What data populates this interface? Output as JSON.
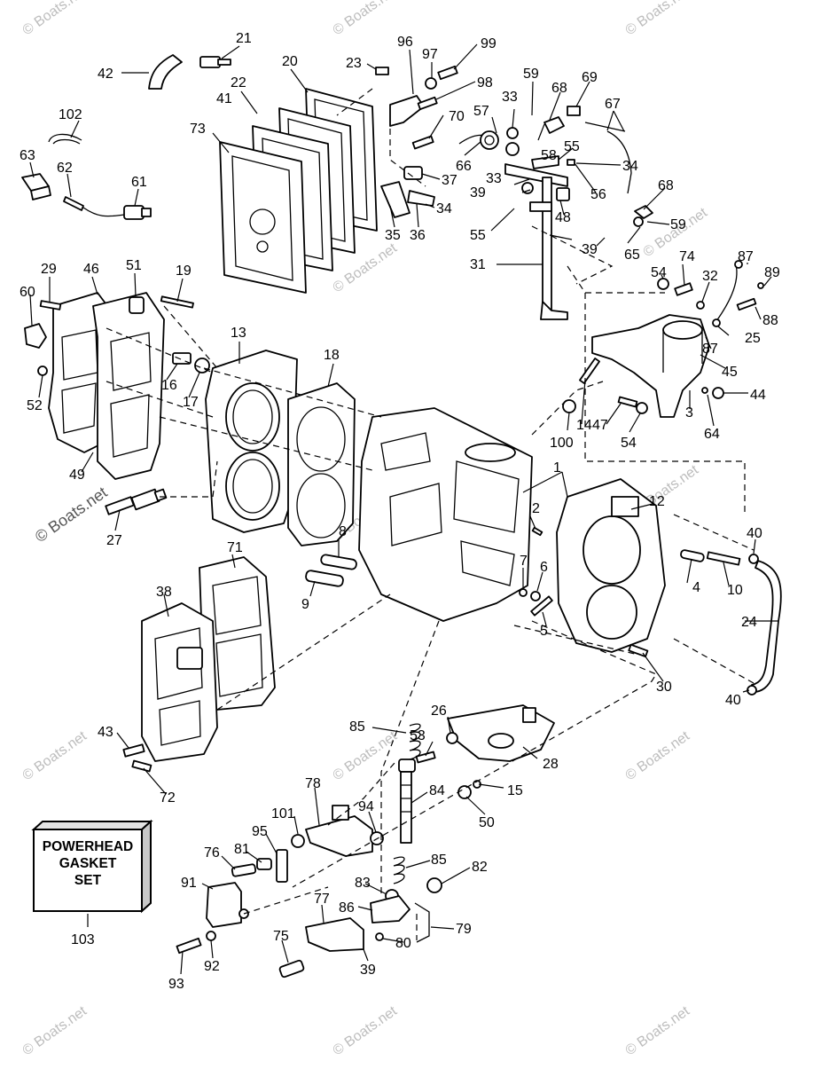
{
  "diagram": {
    "callouts": [
      "1",
      "2",
      "3",
      "4",
      "5",
      "6",
      "7",
      "8",
      "9",
      "10",
      "12",
      "13",
      "14",
      "15",
      "16",
      "17",
      "18",
      "19",
      "20",
      "21",
      "22",
      "23",
      "24",
      "25",
      "26",
      "27",
      "28",
      "29",
      "30",
      "31",
      "32",
      "33",
      "33",
      "34",
      "34",
      "35",
      "36",
      "37",
      "38",
      "39",
      "39",
      "39",
      "40",
      "40",
      "41",
      "42",
      "43",
      "44",
      "45",
      "46",
      "47",
      "48",
      "49",
      "50",
      "51",
      "52",
      "53",
      "54",
      "54",
      "55",
      "55",
      "56",
      "57",
      "58",
      "59",
      "59",
      "60",
      "61",
      "62",
      "63",
      "64",
      "65",
      "66",
      "67",
      "68",
      "68",
      "69",
      "70",
      "71",
      "72",
      "73",
      "74",
      "75",
      "76",
      "77",
      "78",
      "79",
      "80",
      "81",
      "82",
      "83",
      "84",
      "85",
      "85",
      "86",
      "87",
      "87",
      "88",
      "89",
      "91",
      "92",
      "93",
      "94",
      "95",
      "96",
      "97",
      "98",
      "99",
      "100",
      "101",
      "102",
      "103"
    ],
    "kit_box": {
      "line1": "POWERHEAD",
      "line2": "GASKET",
      "line3": "SET"
    },
    "watermark": "© Boats.net"
  }
}
